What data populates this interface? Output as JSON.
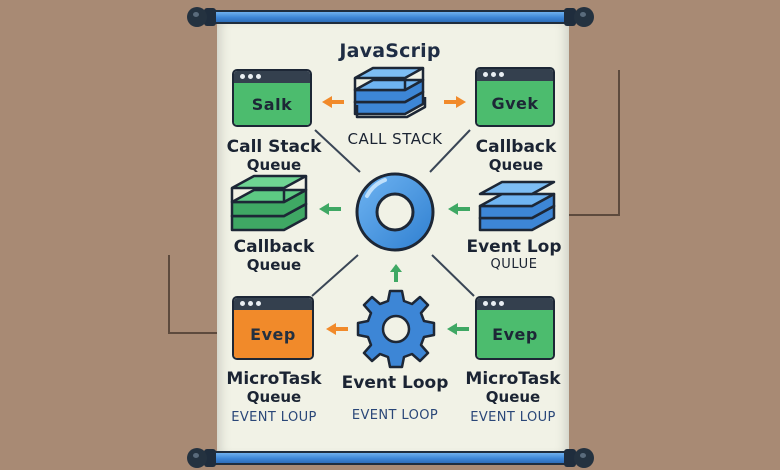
{
  "title": "JavaScrip",
  "labels": {
    "call_stack": "CALL STACK",
    "left_top_1": "Call Stack",
    "left_top_2": "Queue",
    "right_top_1": "Callback",
    "right_top_2": "Queue",
    "left_mid_1": "Callback",
    "left_mid_2": "Queue",
    "right_mid_1": "Event Lop",
    "right_mid_2": "QULUE",
    "left_bot_1": "MicroTask",
    "left_bot_2": "Queue",
    "center_bot": "Event Loop",
    "right_bot_1": "MicroTask",
    "right_bot_2": "Queue",
    "sub_left": "EVENT LOUP",
    "sub_center": "EVENT LOOP",
    "sub_right": "EVENT LOUP"
  },
  "windows": {
    "top_left": "Salk",
    "top_right": "Gvek",
    "bot_left": "Evep",
    "bot_right": "Evep"
  },
  "colors": {
    "green": "#4cbc6e",
    "orange": "#f18a2a",
    "blue": "#4f9ee8",
    "navy": "#1f2d44",
    "poster": "#f1f2e6"
  },
  "icons": [
    "stack-icon",
    "loop-ring-icon",
    "gear-icon"
  ]
}
